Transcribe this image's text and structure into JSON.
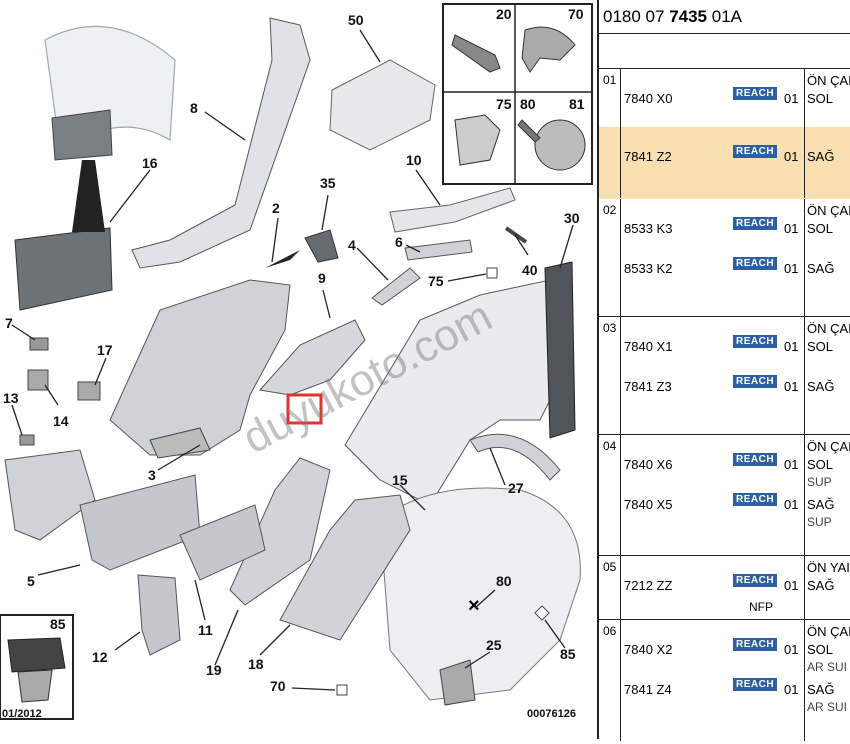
{
  "diagram": {
    "callouts": [
      "50",
      "8",
      "16",
      "35",
      "2",
      "10",
      "9",
      "4",
      "6",
      "30",
      "40",
      "75",
      "7",
      "17",
      "13",
      "14",
      "3",
      "5",
      "15",
      "27",
      "19",
      "18",
      "11",
      "12",
      "80",
      "85",
      "25",
      "70"
    ],
    "inset_callouts": [
      "20",
      "70",
      "75",
      "80",
      "81"
    ],
    "date": "01/2012",
    "code": "00076126",
    "small_85": "85",
    "watermark": "duyukoto.com"
  },
  "panel": {
    "ref": {
      "p1": "0180 07 ",
      "p2": "7435",
      "p3": " 01A"
    },
    "groups": [
      {
        "idx": "01",
        "lines": [
          {
            "code": "7840 X0",
            "badge": "REACH",
            "qty": "01",
            "desc": "ÖN ÇAI",
            "desc2": "SOL",
            "highlight": false
          },
          {
            "code": "7841 Z2",
            "badge": "REACH",
            "qty": "01",
            "desc": "SAĞ",
            "highlight": true
          }
        ]
      },
      {
        "idx": "02",
        "lines": [
          {
            "code": "8533 K3",
            "badge": "REACH",
            "qty": "01",
            "desc": "ÖN ÇAI",
            "desc2": "SOL"
          },
          {
            "code": "8533 K2",
            "badge": "REACH",
            "qty": "01",
            "desc": "SAĞ"
          }
        ]
      },
      {
        "idx": "03",
        "lines": [
          {
            "code": "7840 X1",
            "badge": "REACH",
            "qty": "01",
            "desc": "ÖN ÇAI",
            "desc2": "SOL"
          },
          {
            "code": "7841 Z3",
            "badge": "REACH",
            "qty": "01",
            "desc": "SAĞ"
          }
        ]
      },
      {
        "idx": "04",
        "lines": [
          {
            "code": "7840 X6",
            "badge": "REACH",
            "qty": "01",
            "desc": "ÖN ÇAI",
            "desc2": "SOL",
            "desc3": "SUP"
          },
          {
            "code": "7840 X5",
            "badge": "REACH",
            "qty": "01",
            "desc": "SAĞ",
            "desc2": "SUP"
          }
        ]
      },
      {
        "idx": "05",
        "lines": [
          {
            "code": "7212 ZZ",
            "badge": "REACH",
            "qty": "01",
            "desc": "ÖN YAI",
            "desc2": "SAĞ",
            "nfp": "NFP"
          }
        ]
      },
      {
        "idx": "06",
        "lines": [
          {
            "code": "7840 X2",
            "badge": "REACH",
            "qty": "01",
            "desc": "ÖN ÇAI",
            "desc2": "SOL",
            "desc3": "AR SUI"
          },
          {
            "code": "7841 Z4",
            "badge": "REACH",
            "qty": "01",
            "desc": "SAĞ",
            "desc2": "AR SUI"
          }
        ]
      }
    ]
  }
}
